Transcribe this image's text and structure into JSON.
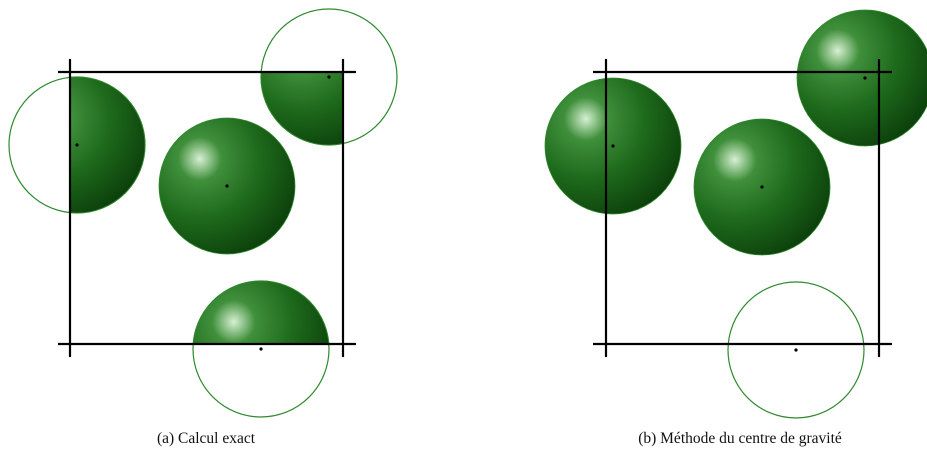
{
  "figure": {
    "panels": [
      {
        "id": "a",
        "caption": "(a) Calcul exact",
        "method": "exact-clipping"
      },
      {
        "id": "b",
        "caption": "(b) Méthode du centre de gravité",
        "method": "center-of-gravity"
      }
    ]
  },
  "colors": {
    "sphere_highlight": "#d6f0d2",
    "sphere_mid": "#3f8f3b",
    "sphere_base": "#1e6a1c",
    "sphere_dark": "#0b3d0a",
    "outline": "#2e8a2e",
    "frame": "#000000"
  }
}
